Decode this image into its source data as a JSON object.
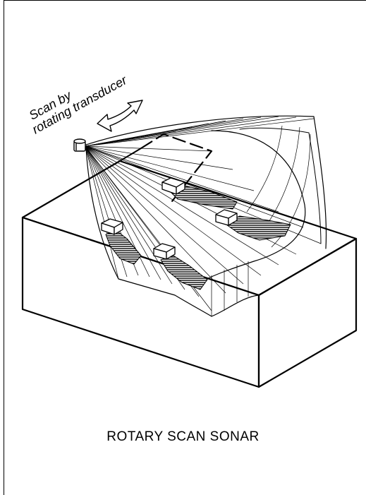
{
  "diagram": {
    "annotation_line1": "Scan by",
    "annotation_line2": "rotating transducer",
    "caption": "ROTARY SCAN SONAR"
  }
}
